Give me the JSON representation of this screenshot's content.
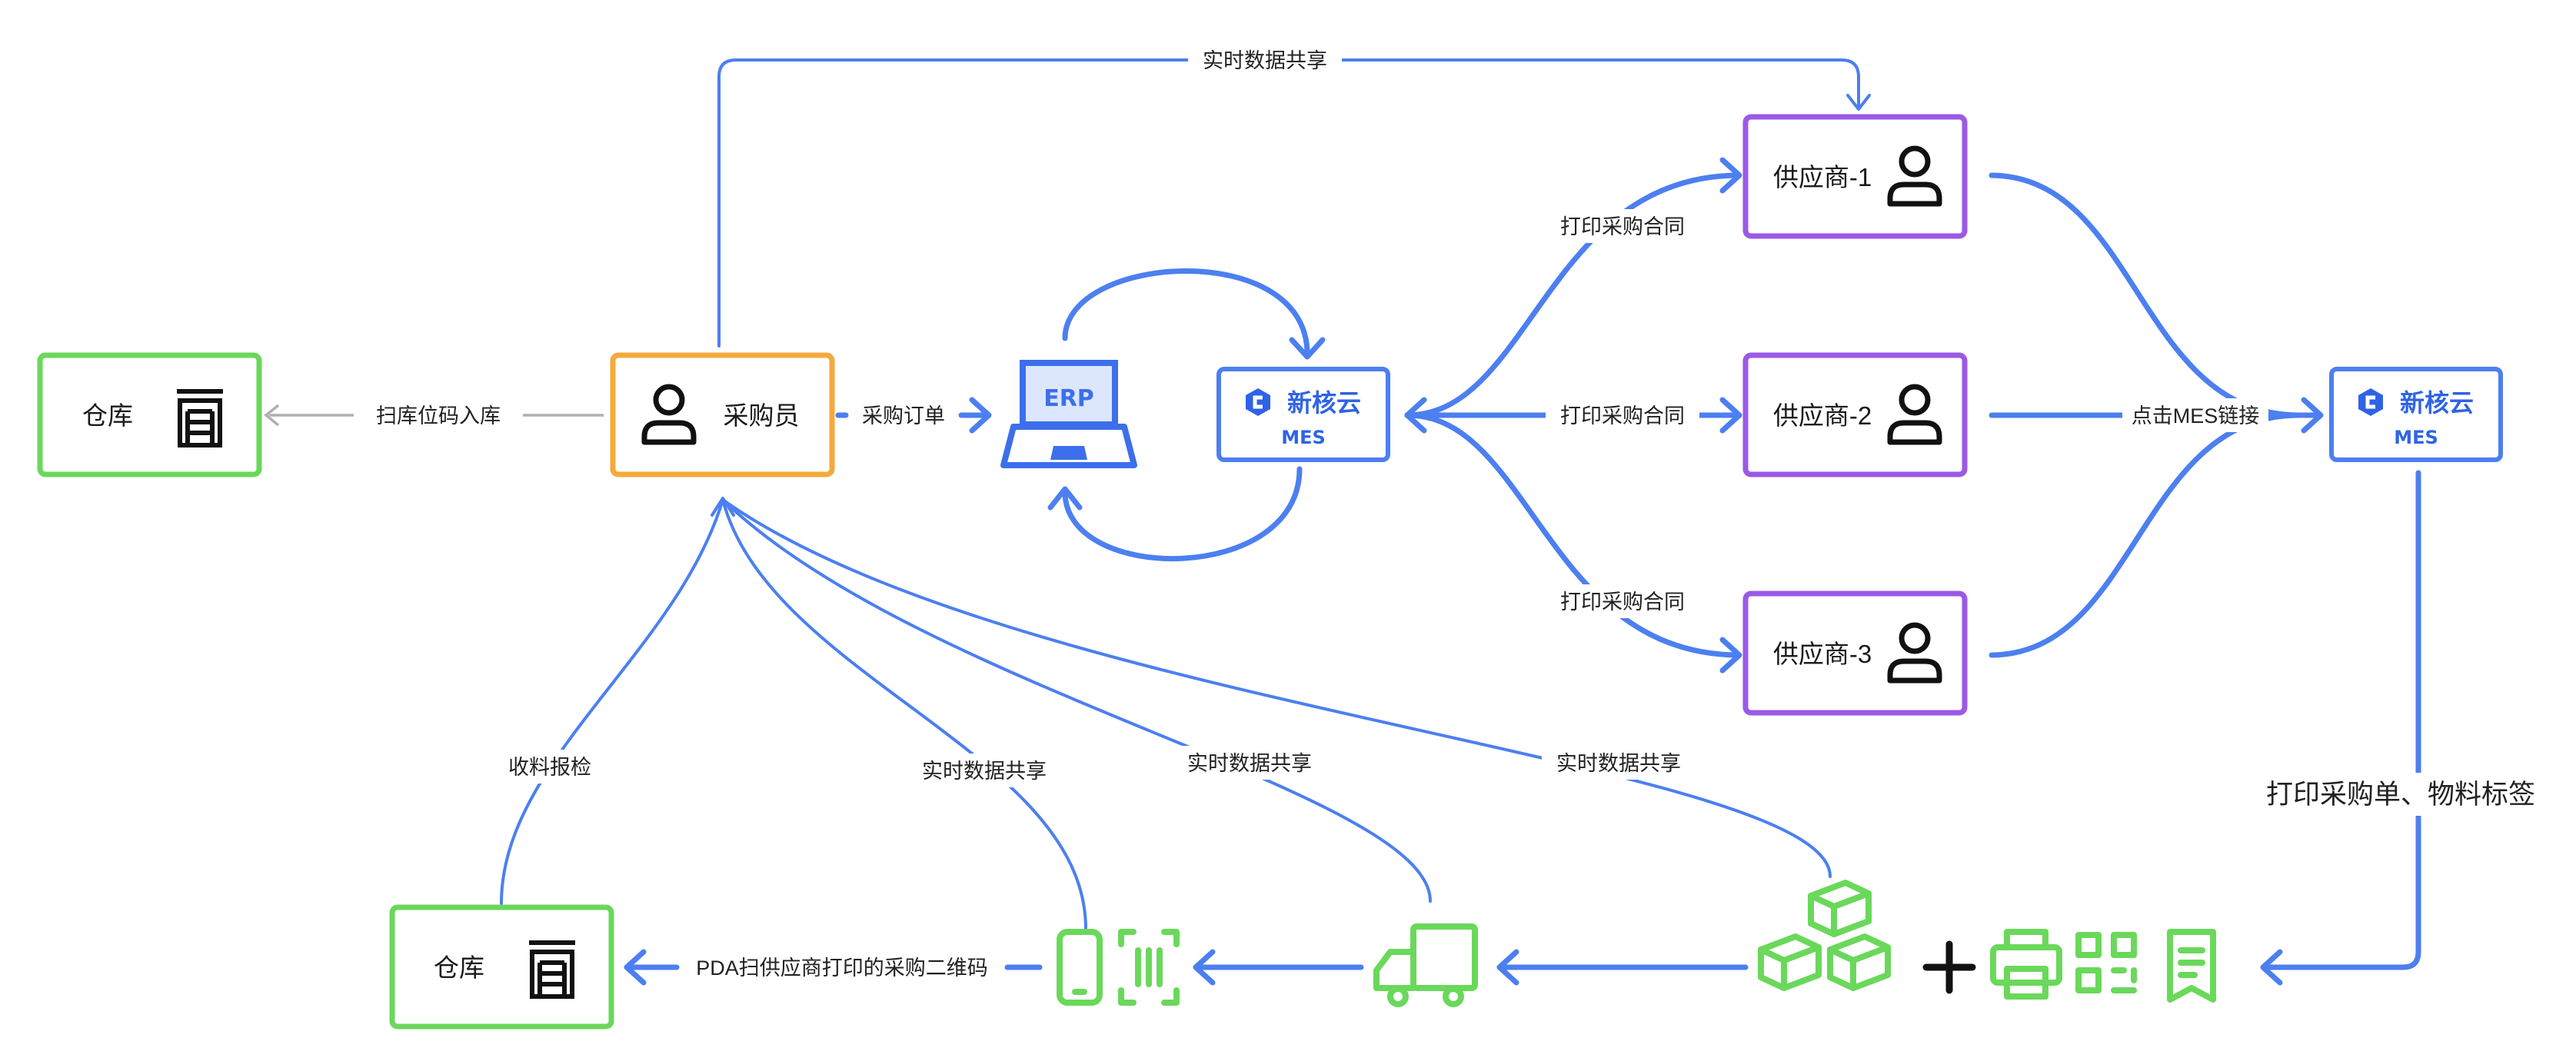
{
  "nodes": {
    "warehouse_top": "仓库",
    "buyer": "采购员",
    "erp": "ERP",
    "mes_left": {
      "brand": "新核云",
      "sub": "MES"
    },
    "supplier1": "供应商-1",
    "supplier2": "供应商-2",
    "supplier3": "供应商-3",
    "mes_right": {
      "brand": "新核云",
      "sub": "MES"
    },
    "warehouse_bottom": "仓库"
  },
  "edges": {
    "top_share": "实时数据共享",
    "scan_in": "扫库位码入库",
    "purchase_order": "采购订单",
    "print_contract_1": "打印采购合同",
    "print_contract_2": "打印采购合同",
    "print_contract_3": "打印采购合同",
    "click_mes_link": "点击MES链接",
    "print_labels": "打印采购单、物料标签",
    "receive_inspect": "收料报检",
    "share_pda": "实时数据共享",
    "share_truck": "实时数据共享",
    "share_boxes": "实时数据共享",
    "pda_scan": "PDA扫供应商打印的采购二维码"
  },
  "icons": {
    "warehouse": "warehouse-shelf-icon",
    "person": "person-icon",
    "erp": "laptop-icon",
    "mes": "xinheyun-logo-icon",
    "pda": "phone-icon",
    "scanner": "barcode-scan-icon",
    "truck": "truck-icon",
    "boxes": "boxes-icon",
    "plus": "plus-icon",
    "printer": "printer-icon",
    "qr": "qr-code-icon",
    "receipt": "receipt-icon"
  },
  "colors": {
    "edge": "#4c7ff0",
    "warehouse_border": "#6ad85a",
    "buyer_border": "#f5a93c",
    "mes_border": "#4c7ff0",
    "supplier_border": "#9b59e6",
    "icon_green": "#6ad85a",
    "icon_blue": "#3d6fec"
  }
}
